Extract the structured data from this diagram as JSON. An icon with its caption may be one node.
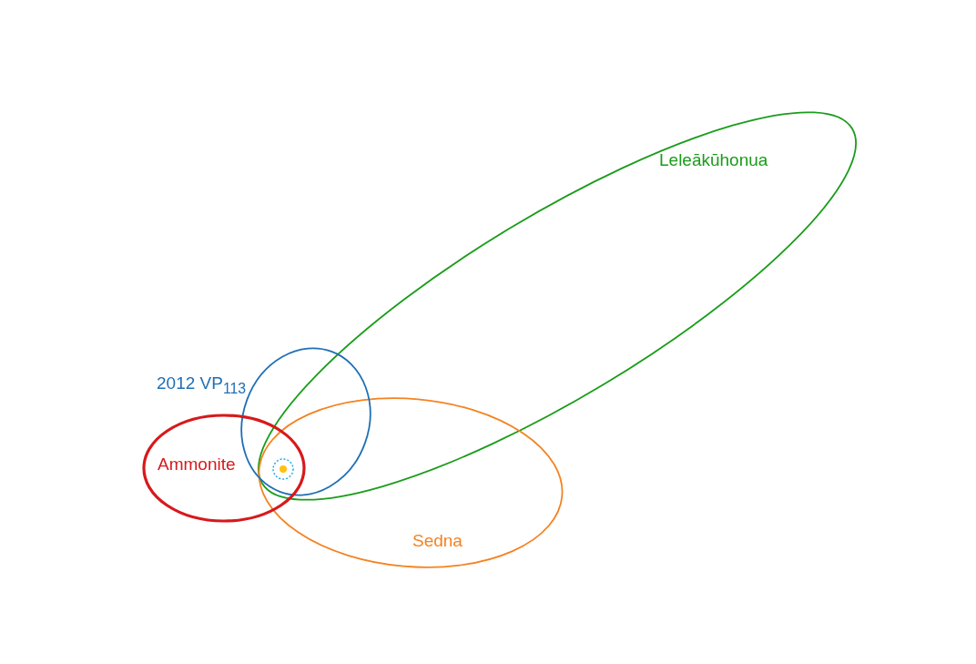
{
  "diagram": {
    "labels": [
      "Leleākūhonua",
      "2012 VP$_{113}$",
      "Ammonite",
      "Sedna"
    ]
  }
}
